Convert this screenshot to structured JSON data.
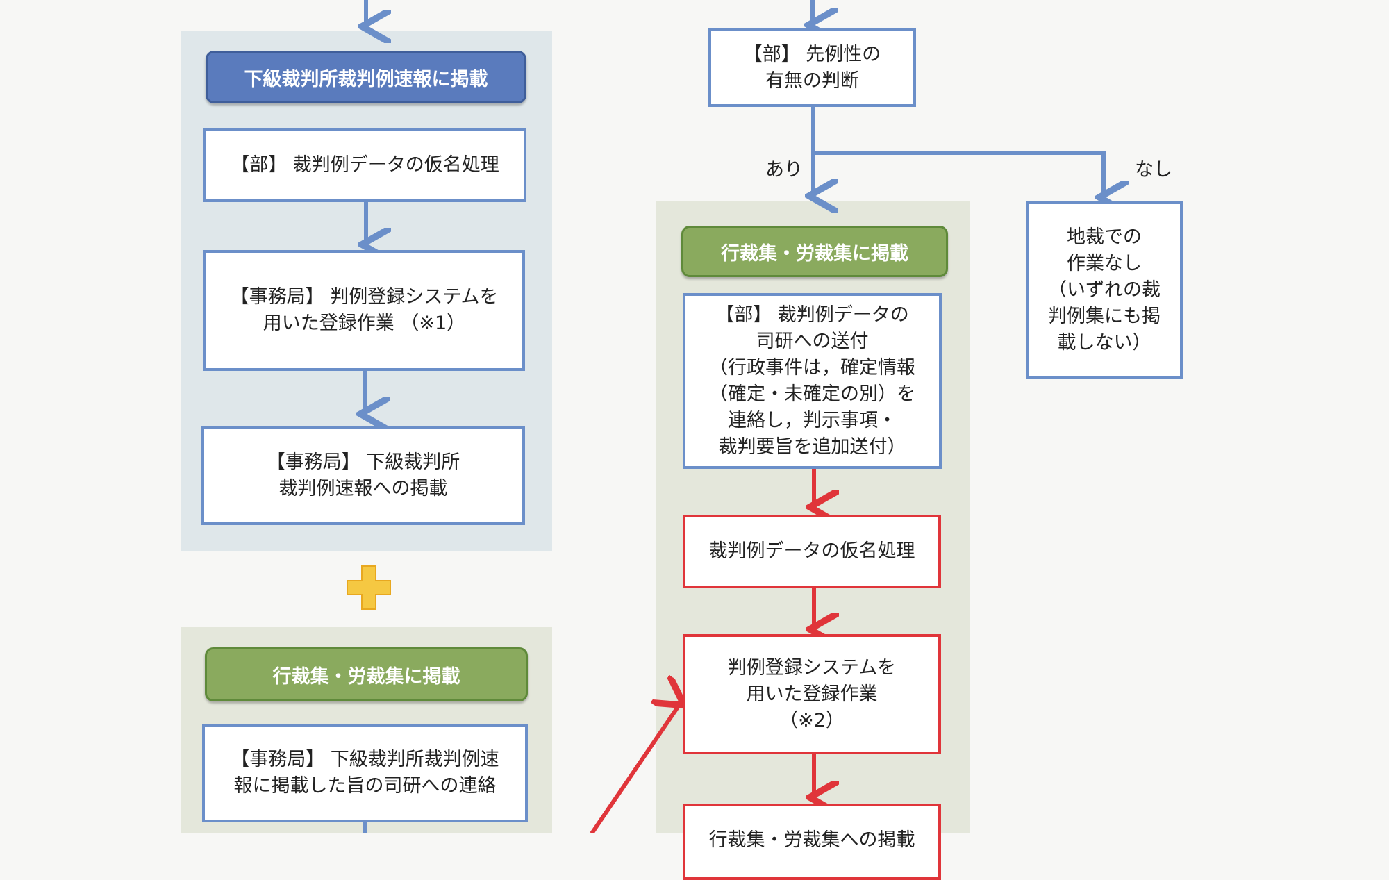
{
  "left": {
    "header1": "下級裁判所裁判例速報に掲載",
    "box1": "【部】 裁判例データの仮名処理",
    "box2": "【事務局】 判例登録システムを\n用いた登録作業 （※1）",
    "box3": "【事務局】 下級裁判所\n裁判例速報への掲載",
    "header2": "行裁集・労裁集に掲載",
    "box4": "【事務局】 下級裁判所裁判例速\n報に掲載した旨の司研への連絡"
  },
  "right": {
    "decision": "【部】 先例性の\n有無の判断",
    "yes_label": "あり",
    "no_label": "なし",
    "no_box": "地裁での\n作業なし\n（いずれの裁\n判例集にも掲\n載しない）",
    "header": "行裁集・労裁集に掲載",
    "box1": "【部】 裁判例データの\n司研への送付\n（行政事件は，確定情報\n（確定・未確定の別）を\n連絡し，判示事項・\n裁判要旨を追加送付）",
    "box2": "裁判例データの仮名処理",
    "box3": "判例登録システムを\n用いた登録作業\n（※2）",
    "box4": "行裁集・労裁集への掲載"
  },
  "colors": {
    "blue": "#6b8fc9",
    "red": "#e0353a",
    "green": "#8aaa5e",
    "plus": "#f5c842"
  }
}
